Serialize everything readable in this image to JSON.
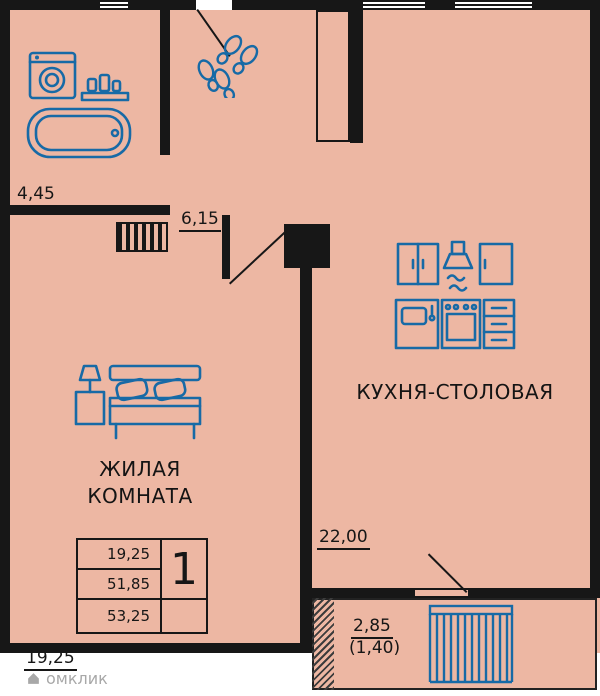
{
  "colors": {
    "floor": "#edb7a3",
    "wall": "#171717",
    "fixture_blue": "#176aa6",
    "text": "#161616",
    "watermark_gray": "#a8a8a8"
  },
  "rooms": {
    "bathroom": {
      "area": "4,45"
    },
    "hallway": {
      "area": "6,15"
    },
    "living": {
      "name_line1": "ЖИЛАЯ",
      "name_line2": "КОМНАТА",
      "area": "19,25"
    },
    "kitchen": {
      "name": "КУХНЯ-СТОЛОВАЯ",
      "area": "22,00"
    },
    "balcony": {
      "area": "2,85",
      "area_coefficient": "(1,40)"
    }
  },
  "summary_table": {
    "living_area": "19,25",
    "area": "51,85",
    "total_area": "53,25",
    "rooms_count": "1"
  },
  "watermark": {
    "text": "омклик"
  },
  "icons": [
    "washing-machine-icon",
    "toiletries-shelf-icon",
    "bathtub-icon",
    "footprints-icon",
    "bed-icon",
    "kitchen-set-icon",
    "balcony-railing-icon",
    "domclick-logo-icon"
  ]
}
